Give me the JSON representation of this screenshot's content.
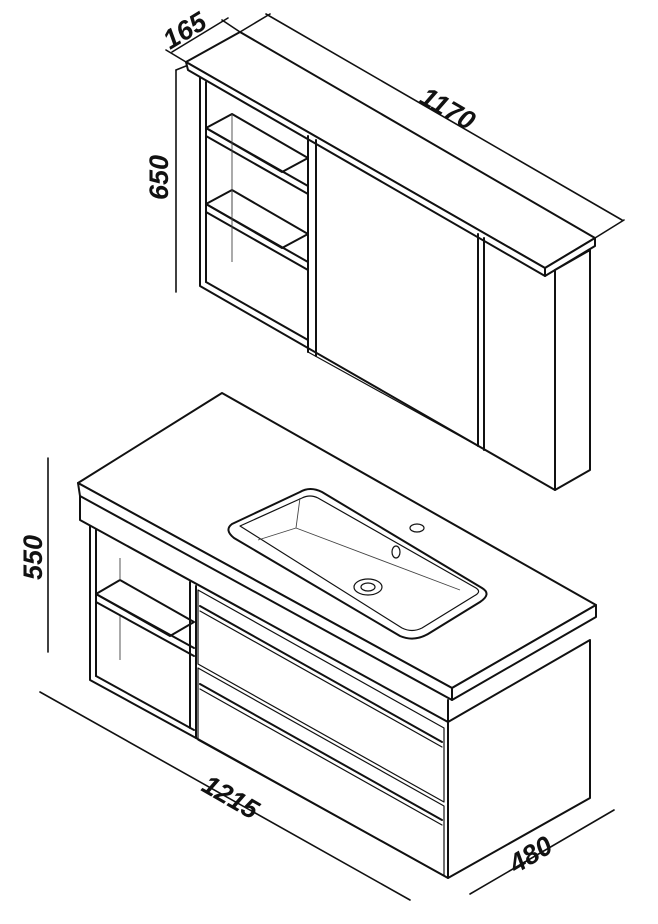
{
  "dimensions": {
    "mirror_depth": "165",
    "mirror_width": "1170",
    "mirror_height": "650",
    "vanity_height": "550",
    "vanity_width": "1215",
    "vanity_depth": "480"
  },
  "colors": {
    "line": "#111111",
    "background": "#ffffff"
  }
}
